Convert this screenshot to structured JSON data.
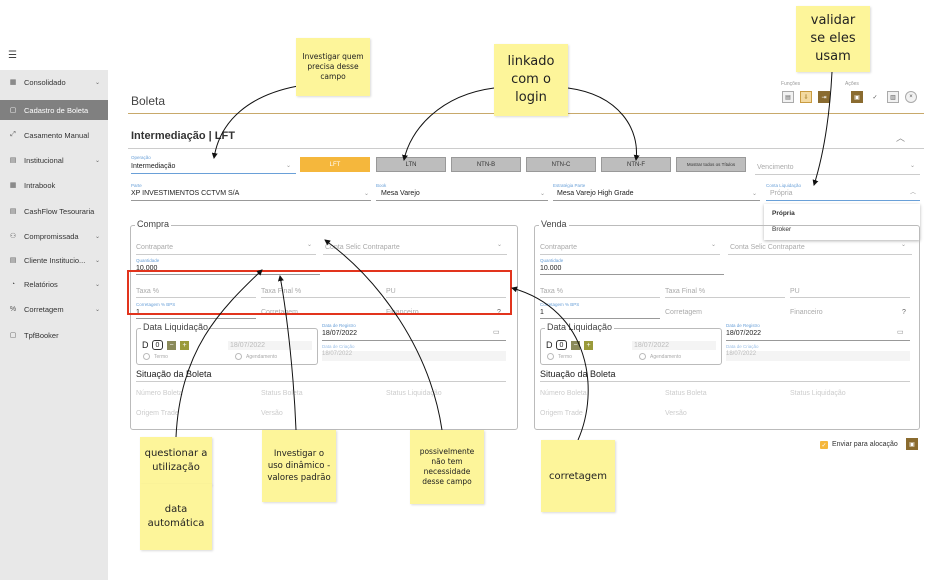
{
  "sidebar": {
    "menu_icon": "menu-collapse-icon",
    "items": [
      {
        "label": "Consolidado",
        "icon": "grid-icon",
        "chevron": true
      },
      {
        "label": "Cadastro de Boleta",
        "icon": "document-icon",
        "chevron": false,
        "active": true
      },
      {
        "label": "Casamento Manual",
        "icon": "link-icon",
        "chevron": false
      },
      {
        "label": "Institucional",
        "icon": "building-icon",
        "chevron": true
      },
      {
        "label": "Intrabook",
        "icon": "grid-icon",
        "chevron": false
      },
      {
        "label": "CashFlow Tesouraria",
        "icon": "document-icon",
        "chevron": false
      },
      {
        "label": "Compromissada",
        "icon": "users-icon",
        "chevron": true
      },
      {
        "label": "Cliente Institucio...",
        "icon": "building-icon",
        "chevron": true
      },
      {
        "label": "Relatórios",
        "icon": "report-icon",
        "chevron": true
      },
      {
        "label": "Corretagem",
        "icon": "percent-icon",
        "chevron": true
      },
      {
        "label": "TpfBooker",
        "icon": "document-icon",
        "chevron": false
      }
    ]
  },
  "header": {
    "title": "Boleta",
    "funcoes_label": "Funções",
    "acoes_label": "Ações"
  },
  "section": {
    "title": "Intermediação | LFT",
    "operacao_label": "Operação",
    "operacao_value": "Intermediação",
    "tabs": [
      "LFT",
      "LTN",
      "NTN-B",
      "NTN-C",
      "NTN-F",
      "Mostrar todos os Títulos"
    ],
    "vencimento_placeholder": "Vencimento",
    "parte_label": "Parte",
    "parte_value": "XP INVESTIMENTOS CCTVM S/A",
    "book_label": "Book",
    "book_value": "Mesa Varejo",
    "estrategia_label": "Estratégia Parte",
    "estrategia_value": "Mesa Varejo High Grade",
    "conta_liquidacao_label": "Conta Liquidação",
    "conta_liquidacao_value": "Própria",
    "dropdown_options": [
      "Própria",
      "Broker"
    ]
  },
  "compra": {
    "legend": "Compra",
    "contraparte": "Contraparte",
    "conta_selic": "Conta Selic Contraparte",
    "quantidade_label": "Quantidade",
    "quantidade_value": "10.000",
    "taxa": "Taxa %",
    "taxa_final": "Taxa Final %",
    "pu": "PU",
    "corretagem_label": "Corretagem % BPS",
    "corretagem_value": "1",
    "corretagem_ph": "Corretagem",
    "financeiro": "Financeiro",
    "data_liquidacao": "Data Liquidação",
    "d_label": "D",
    "d_value": "0",
    "data_display": "18/07/2022",
    "termo": "Termo",
    "agendamento": "Agendamento",
    "data_registro_label": "Data de Registro",
    "data_registro_value": "18/07/2022",
    "data_criacao_label": "Data de Criação",
    "data_criacao_value": "18/07/2022",
    "situacao": "Situação da Boleta",
    "numero_boleta": "Número Boleta",
    "status_boleta": "Status Boleta",
    "status_liquidacao": "Status Liquidação",
    "origem_trade": "Origem Trade",
    "versao": "Versão"
  },
  "venda": {
    "legend": "Venda",
    "contraparte": "Contraparte",
    "conta_selic": "Conta Selic Contraparte",
    "quantidade_label": "Quantidade",
    "quantidade_value": "10.000",
    "taxa": "Taxa %",
    "taxa_final": "Taxa Final %",
    "pu": "PU",
    "corretagem_label": "Corretagem % BPS",
    "corretagem_value": "1",
    "corretagem_ph": "Corretagem",
    "financeiro": "Financeiro",
    "data_liquidacao": "Data Liquidação",
    "d_label": "D",
    "d_value": "0",
    "data_display": "18/07/2022",
    "termo": "Termo",
    "agendamento": "Agendamento",
    "data_registro_label": "Data de Registro",
    "data_registro_value": "18/07/2022",
    "data_criacao_label": "Data de Criação",
    "data_criacao_value": "18/07/2022",
    "situacao": "Situação da Boleta",
    "numero_boleta": "Número Boleta",
    "status_boleta": "Status Boleta",
    "status_liquidacao": "Status Liquidação",
    "origem_trade": "Origem Trade",
    "versao": "Versão"
  },
  "footer": {
    "enviar_alocacao": "Enviar para alocação"
  },
  "notes": {
    "investigar_campo": "Investigar quem precisa desse campo",
    "linkado": "linkado com o login",
    "validar": "validar se eles usam",
    "questionar": "questionar a utilização",
    "data_automatica": "data automática",
    "investigar_dinamico": "Investigar o uso dinâmico - valores padrão",
    "possivelmente": "possivelmente não tem necessidade desse campo",
    "corretagem": "corretagem"
  },
  "colors": {
    "accent": "#f5b73c",
    "brand_gold": "#c8a96b",
    "sidebar_active": "#808080",
    "note_yellow": "#fdf59a",
    "highlight_red": "#e2341d"
  }
}
